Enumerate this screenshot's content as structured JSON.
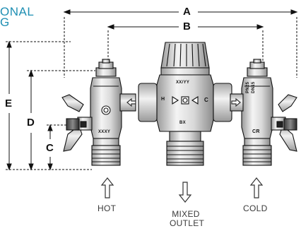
{
  "title": {
    "line1": "ONAL",
    "line2": "G"
  },
  "dimensions": {
    "a": "A",
    "b": "B",
    "c": "C",
    "d": "D",
    "e": "E"
  },
  "ports": {
    "hot": "HOT",
    "mixed_line1": "MIXED",
    "mixed_line2": "OUTLET",
    "cold": "COLD"
  },
  "markings": {
    "left_body": "XXXY",
    "right_body": "CR",
    "pressure_rating": "PN25",
    "size_rating": "DN15",
    "cap_code": "XX/YY",
    "mixer_left": "H",
    "mixer_right": "C",
    "mixer_lower": "BX"
  },
  "colors": {
    "title": "#1f8fb3",
    "line": "#111111",
    "label": "#3a3a3a"
  }
}
